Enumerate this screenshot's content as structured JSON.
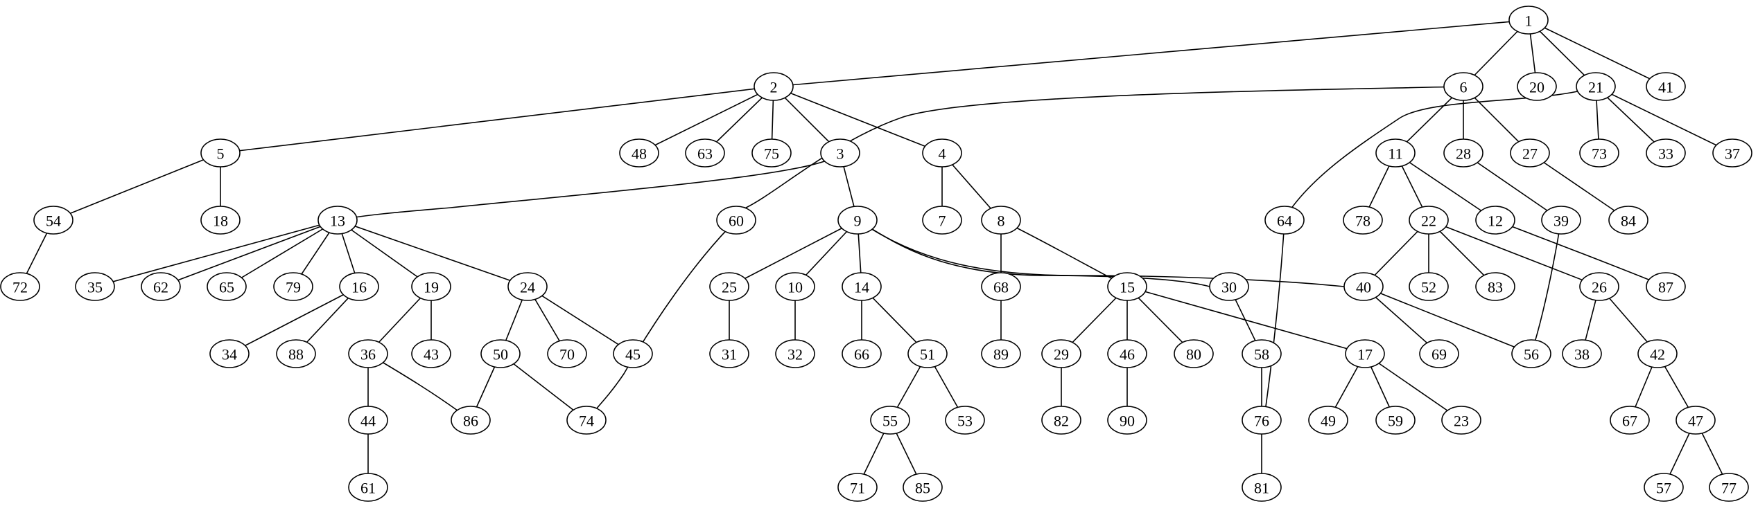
{
  "diagram": {
    "type": "tree-graph",
    "colors": {
      "background": "#ffffff",
      "stroke": "#000000",
      "text": "#000000"
    },
    "nodes": [
      "1",
      "2",
      "6",
      "20",
      "21",
      "41",
      "5",
      "48",
      "63",
      "75",
      "3",
      "4",
      "11",
      "28",
      "27",
      "64",
      "73",
      "33",
      "37",
      "54",
      "18",
      "13",
      "60",
      "9",
      "7",
      "8",
      "78",
      "22",
      "12",
      "39",
      "84",
      "72",
      "35",
      "62",
      "65",
      "79",
      "16",
      "19",
      "24",
      "25",
      "10",
      "14",
      "30",
      "68",
      "15",
      "40",
      "52",
      "83",
      "26",
      "87",
      "31",
      "32",
      "66",
      "51",
      "58",
      "89",
      "29",
      "46",
      "80",
      "17",
      "69",
      "56",
      "38",
      "42",
      "34",
      "88",
      "36",
      "43",
      "50",
      "70",
      "45",
      "55",
      "53",
      "76",
      "82",
      "90",
      "49",
      "59",
      "23",
      "67",
      "47",
      "44",
      "86",
      "74",
      "71",
      "85",
      "81",
      "57",
      "77",
      "61"
    ],
    "edges": [
      [
        "1",
        "2"
      ],
      [
        "1",
        "6"
      ],
      [
        "1",
        "20"
      ],
      [
        "1",
        "21"
      ],
      [
        "1",
        "41"
      ],
      [
        "2",
        "5"
      ],
      [
        "2",
        "48"
      ],
      [
        "2",
        "63"
      ],
      [
        "2",
        "75"
      ],
      [
        "2",
        "3"
      ],
      [
        "2",
        "4"
      ],
      [
        "6",
        "60"
      ],
      [
        "6",
        "11"
      ],
      [
        "6",
        "28"
      ],
      [
        "6",
        "27"
      ],
      [
        "21",
        "64"
      ],
      [
        "21",
        "73"
      ],
      [
        "21",
        "33"
      ],
      [
        "21",
        "37"
      ],
      [
        "5",
        "54"
      ],
      [
        "5",
        "18"
      ],
      [
        "3",
        "13"
      ],
      [
        "3",
        "9"
      ],
      [
        "4",
        "7"
      ],
      [
        "4",
        "8"
      ],
      [
        "11",
        "78"
      ],
      [
        "11",
        "22"
      ],
      [
        "11",
        "12"
      ],
      [
        "28",
        "39"
      ],
      [
        "27",
        "84"
      ],
      [
        "54",
        "72"
      ],
      [
        "13",
        "35"
      ],
      [
        "13",
        "62"
      ],
      [
        "13",
        "65"
      ],
      [
        "13",
        "79"
      ],
      [
        "13",
        "16"
      ],
      [
        "13",
        "19"
      ],
      [
        "13",
        "24"
      ],
      [
        "60",
        "74"
      ],
      [
        "9",
        "25"
      ],
      [
        "9",
        "10"
      ],
      [
        "9",
        "14"
      ],
      [
        "9",
        "30"
      ],
      [
        "9",
        "40"
      ],
      [
        "8",
        "68"
      ],
      [
        "8",
        "15"
      ],
      [
        "64",
        "76"
      ],
      [
        "22",
        "40"
      ],
      [
        "22",
        "52"
      ],
      [
        "22",
        "83"
      ],
      [
        "22",
        "26"
      ],
      [
        "12",
        "87"
      ],
      [
        "39",
        "56"
      ],
      [
        "16",
        "34"
      ],
      [
        "16",
        "88"
      ],
      [
        "19",
        "36"
      ],
      [
        "19",
        "43"
      ],
      [
        "24",
        "50"
      ],
      [
        "24",
        "70"
      ],
      [
        "24",
        "45"
      ],
      [
        "25",
        "31"
      ],
      [
        "10",
        "32"
      ],
      [
        "14",
        "66"
      ],
      [
        "14",
        "51"
      ],
      [
        "30",
        "58"
      ],
      [
        "68",
        "89"
      ],
      [
        "15",
        "29"
      ],
      [
        "15",
        "46"
      ],
      [
        "15",
        "80"
      ],
      [
        "15",
        "17"
      ],
      [
        "40",
        "69"
      ],
      [
        "40",
        "56"
      ],
      [
        "26",
        "38"
      ],
      [
        "26",
        "42"
      ],
      [
        "36",
        "44"
      ],
      [
        "36",
        "86"
      ],
      [
        "50",
        "86"
      ],
      [
        "50",
        "74"
      ],
      [
        "51",
        "55"
      ],
      [
        "51",
        "53"
      ],
      [
        "58",
        "76"
      ],
      [
        "29",
        "82"
      ],
      [
        "46",
        "90"
      ],
      [
        "17",
        "49"
      ],
      [
        "17",
        "59"
      ],
      [
        "17",
        "23"
      ],
      [
        "42",
        "67"
      ],
      [
        "42",
        "47"
      ],
      [
        "44",
        "61"
      ],
      [
        "55",
        "71"
      ],
      [
        "55",
        "85"
      ],
      [
        "76",
        "81"
      ],
      [
        "47",
        "57"
      ],
      [
        "47",
        "77"
      ]
    ]
  }
}
